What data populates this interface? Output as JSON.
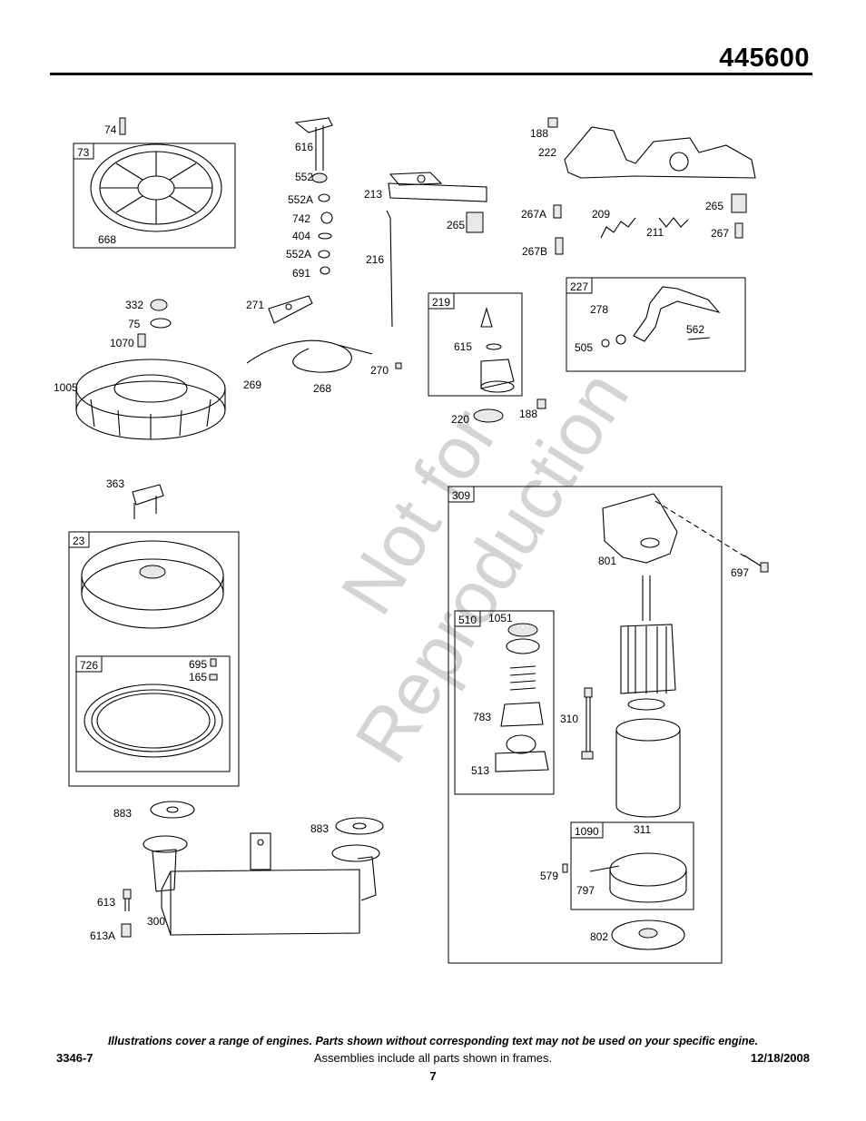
{
  "header": {
    "model_number": "445600"
  },
  "watermark": {
    "line1": "Not for",
    "line2": "Reproduction"
  },
  "frame_labels": {
    "f73": "73",
    "f219": "219",
    "f227": "227",
    "f23": "23",
    "f726": "726",
    "f309": "309",
    "f510": "510",
    "f1090": "1090"
  },
  "part_labels": {
    "p74": "74",
    "p668": "668",
    "p616": "616",
    "p552": "552",
    "p552A_1": "552A",
    "p742": "742",
    "p404": "404",
    "p552A_2": "552A",
    "p691": "691",
    "p213": "213",
    "p265_a": "265",
    "p216": "216",
    "p188_a": "188",
    "p222": "222",
    "p267A": "267A",
    "p209": "209",
    "p211": "211",
    "p265_b": "265",
    "p267": "267",
    "p267B": "267B",
    "p332": "332",
    "p75": "75",
    "p1070": "1070",
    "p1005": "1005",
    "p271": "271",
    "p269": "269",
    "p268": "268",
    "p270": "270",
    "p615": "615",
    "p220": "220",
    "p188_b": "188",
    "p278": "278",
    "p505": "505",
    "p562": "562",
    "p363": "363",
    "p695": "695",
    "p165": "165",
    "p801": "801",
    "p697": "697",
    "p1051": "1051",
    "p783": "783",
    "p513": "513",
    "p310": "310",
    "p311": "311",
    "p579": "579",
    "p797": "797",
    "p802": "802",
    "p883_a": "883",
    "p883_b": "883",
    "p613": "613",
    "p613A": "613A",
    "p300": "300"
  },
  "footer": {
    "note": "Illustrations cover a range of engines. Parts shown without corresponding text may not be used on your specific engine.",
    "doc_code": "3346-7",
    "assemblies_note": "Assemblies include all parts shown in frames.",
    "date": "12/18/2008",
    "page_number": "7"
  }
}
